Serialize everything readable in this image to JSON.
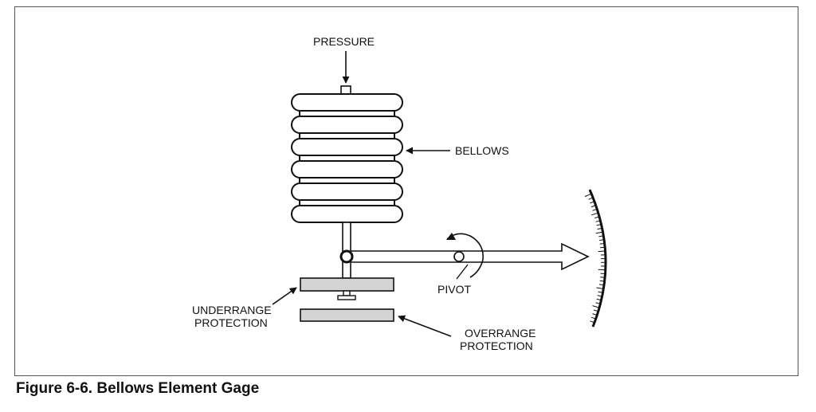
{
  "figure": {
    "caption": "Figure 6-6. Bellows Element Gage",
    "labels": {
      "pressure": "PRESSURE",
      "bellows": "BELLOWS",
      "pivot": "PIVOT",
      "underrange_line1": "UNDERRANGE",
      "underrange_line2": "PROTECTION",
      "overrange_line1": "OVERRANGE",
      "overrange_line2": "PROTECTION"
    }
  },
  "colors": {
    "stroke": "#111111",
    "stop_plate_fill": "#d4d4d4",
    "background": "#ffffff",
    "frame": "#555555"
  },
  "icons": [
    "bellows-icon",
    "pivot-icon",
    "arrow-pointer-icon",
    "scale-icon"
  ]
}
